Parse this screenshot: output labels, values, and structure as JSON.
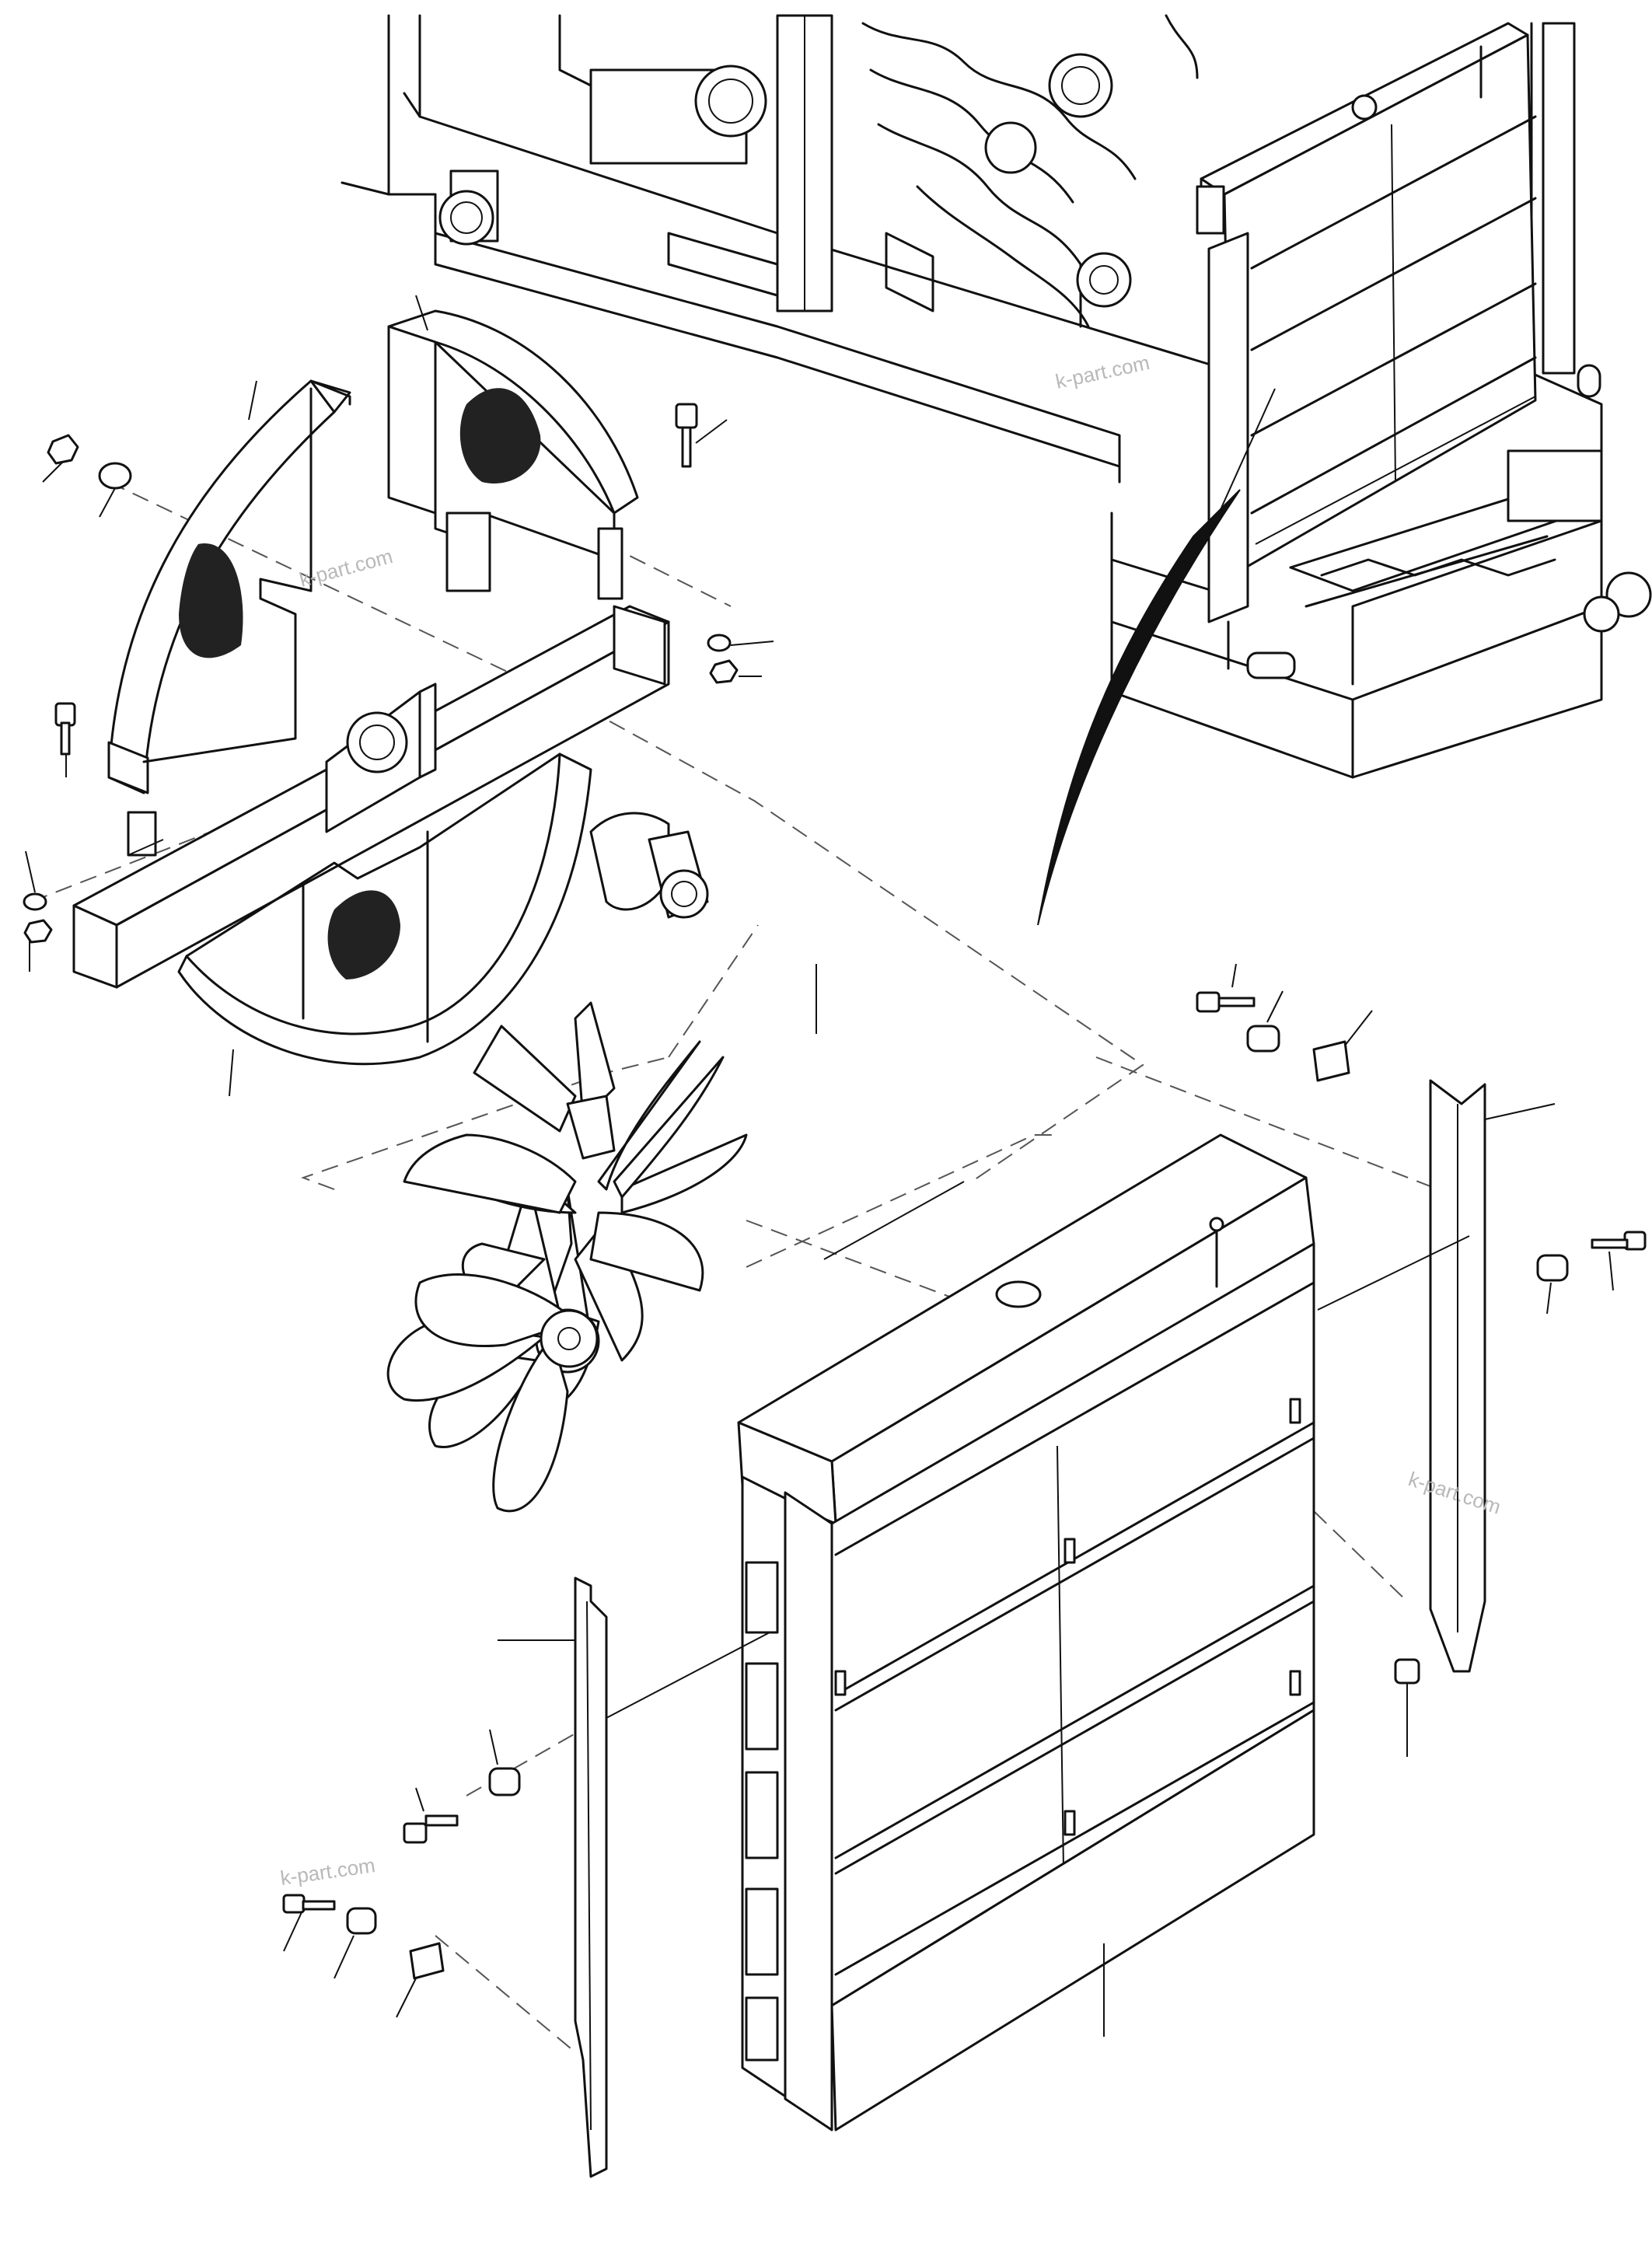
{
  "watermark": "k-part.com",
  "colors": {
    "line": "#111111",
    "background": "#ffffff",
    "watermark": "#b8b8b8"
  },
  "parts": [
    "engine-frame",
    "top-radiator-assembly",
    "fan-shroud-left",
    "fan-shroud-back",
    "fan-shroud-front",
    "fan-support-beam",
    "fan-motor",
    "fan-blade",
    "radiator-core",
    "side-bracket-right",
    "side-bracket-left",
    "bolt",
    "nut",
    "washer",
    "spacer",
    "plate"
  ]
}
